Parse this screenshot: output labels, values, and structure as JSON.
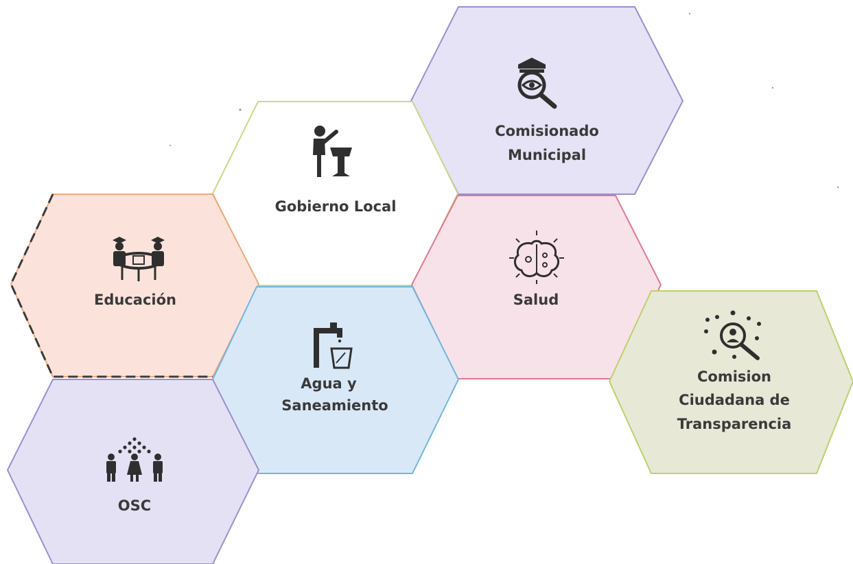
{
  "colors": {
    "text": "#3a3a3a",
    "icon": "#2f2f2f",
    "gobierno_fill": "#ffffff",
    "gobierno_stroke": "#c9d98a",
    "comisionado_fill": "#e5e3f5",
    "comisionado_stroke": "#9a8fd0",
    "educacion_fill": "#fbe3db",
    "educacion_stroke": "#f0a878",
    "salud_fill": "#f8e2e9",
    "salud_stroke": "#e07890",
    "agua_fill": "#d9e8f7",
    "agua_stroke": "#6fb7e0",
    "comision_fill": "#e7e8d6",
    "comision_stroke": "#bcd26a",
    "osc_fill": "#e4e1f4",
    "osc_stroke": "#9a8fd0"
  },
  "hexagons": [
    {
      "id": "comisionado",
      "label_lines": [
        "Comisionado",
        "Municipal"
      ],
      "icon": "eye-magnifier-police-icon"
    },
    {
      "id": "gobierno",
      "label_lines": [
        "Gobierno Local"
      ],
      "icon": "speaker-podium-icon"
    },
    {
      "id": "educacion",
      "label_lines": [
        "Educación"
      ],
      "icon": "graduates-round-table-icon"
    },
    {
      "id": "salud",
      "label_lines": [
        "Salud"
      ],
      "icon": "brain-icon"
    },
    {
      "id": "agua",
      "label_lines": [
        "Agua y",
        "Saneamiento"
      ],
      "icon": "water-tap-bucket-icon"
    },
    {
      "id": "comision",
      "label_lines": [
        "Comision",
        "Ciudadana de",
        "Transparencia"
      ],
      "icon": "people-network-search-icon"
    },
    {
      "id": "osc",
      "label_lines": [
        "OSC"
      ],
      "icon": "people-group-icon"
    }
  ]
}
